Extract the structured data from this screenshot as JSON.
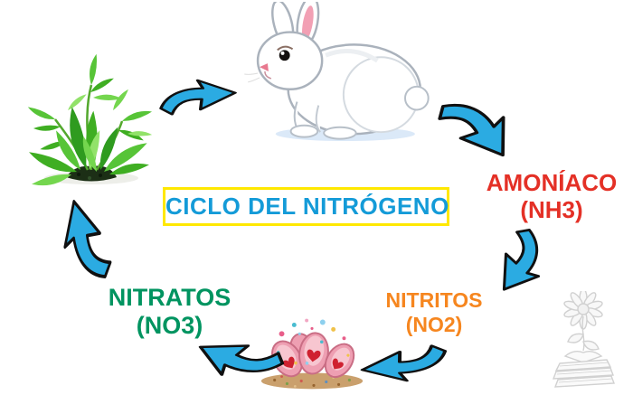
{
  "background_color": "#ffffff",
  "title": {
    "text": "CICLO DEL NITRÓGENO",
    "text_color": "#149bd8",
    "box_border_color": "#ffe800"
  },
  "cycle_nodes": {
    "plant": {
      "illustration": "green-plant-illustration"
    },
    "rabbit": {
      "illustration": "white-rabbit-illustration"
    },
    "amoniaco": {
      "label": "AMONÍACO",
      "formula": "(NH3)",
      "color": "#e43026"
    },
    "nitritos": {
      "label": "NITRITOS",
      "formula": "(NO2)",
      "color": "#f6861f"
    },
    "bacteria": {
      "illustration": "pink-microbes-on-soil-illustration"
    },
    "nitratos": {
      "label": "NITRATOS",
      "formula": "(NO3)",
      "color": "#009460"
    }
  },
  "arrows": {
    "fill_color": "#2babe2",
    "outline_color": "#101010",
    "flow": "clockwise",
    "sequence": [
      "plant",
      "rabbit",
      "amoniaco",
      "nitritos",
      "bacteria",
      "nitratos",
      "plant"
    ]
  },
  "watermark": {
    "illustration": "flower-growing-from-books-logo",
    "color": "#c9c9c9"
  }
}
